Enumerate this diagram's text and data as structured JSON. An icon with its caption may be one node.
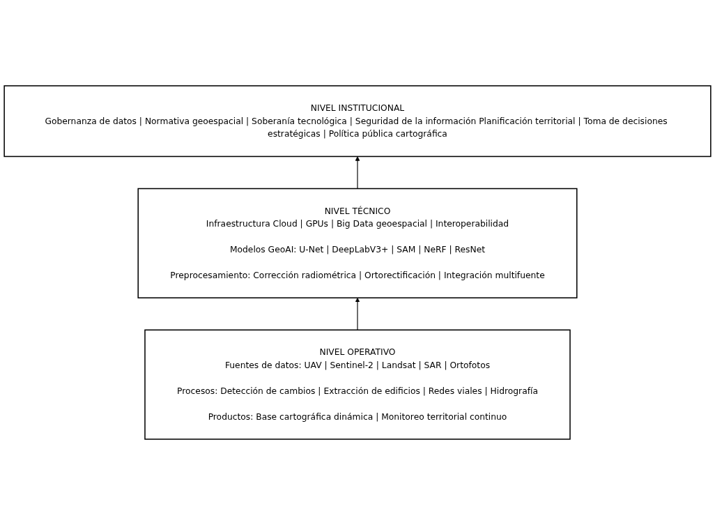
{
  "diagram": {
    "nodes": [
      {
        "text": [
          "NIVEL INSTITUCIONAL",
          "Gobernanza de datos | Normativa geoespacial | Soberanía tecnológica | Seguridad de la información Planificación territorial | Toma de decisiones estratégicas | Política pública cartográfica"
        ]
      },
      {
        "text": [
          "NIVEL TÉCNICO",
          "Infraestructura Cloud | GPUs | Big Data geoespacial | Interoperabilidad",
          "Modelos GeoAI: U-Net | DeepLabV3+ | SAM | NeRF | ResNet",
          "Preprocesamiento: Corrección radiométrica | Ortorectificación | Integración multifuente"
        ]
      },
      {
        "text": [
          "NIVEL OPERATIVO",
          "Fuentes de datos: UAV | Sentinel-2 | Landsat | SAR | Ortofotos",
          "Procesos: Detección de cambios | Extracción de edificios | Redes viales | Hidrografía",
          "Productos: Base cartográfica dinámica | Monitoreo territorial continuo"
        ]
      }
    ],
    "edges": [
      {
        "from": 1,
        "to": 0,
        "arrow": "to"
      },
      {
        "from": 2,
        "to": 1,
        "arrow": "to"
      }
    ]
  }
}
